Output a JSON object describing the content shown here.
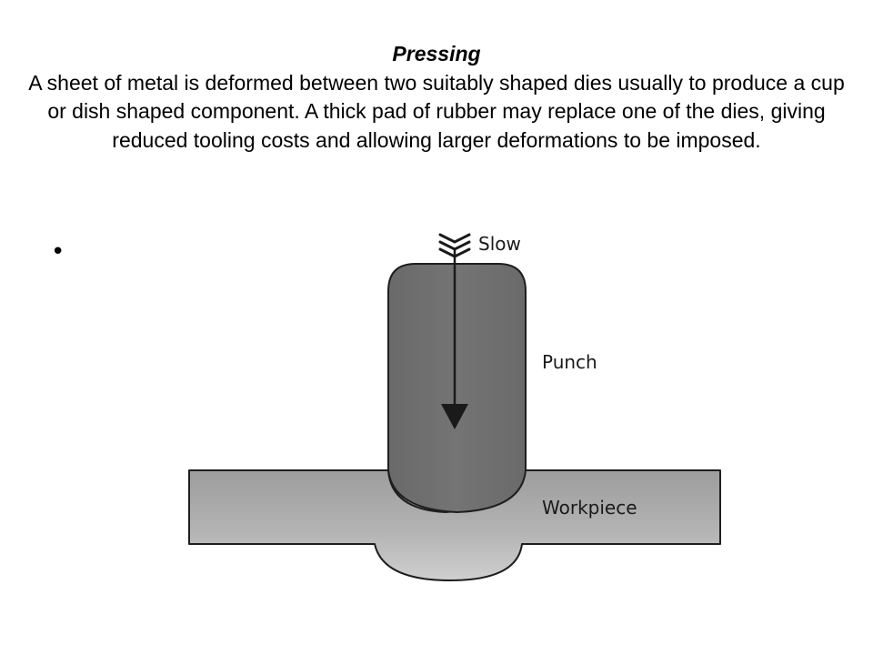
{
  "slide": {
    "title": "Pressing",
    "body": "A sheet of metal is deformed between two suitably shaped dies usually to produce a cup or dish shaped component. A thick pad of rubber may replace one of the dies, giving reduced tooling costs and allowing larger deformations to be imposed.",
    "bullet": "•"
  },
  "diagram": {
    "labels": {
      "speed": "Slow",
      "punch": "Punch",
      "workpiece": "Workpiece"
    },
    "colors": {
      "punch_fill": "#6f6f6f",
      "workpiece_fill": "#a9a9a9",
      "outline": "#1e1e1e",
      "arrow": "#1a1a1a"
    }
  }
}
